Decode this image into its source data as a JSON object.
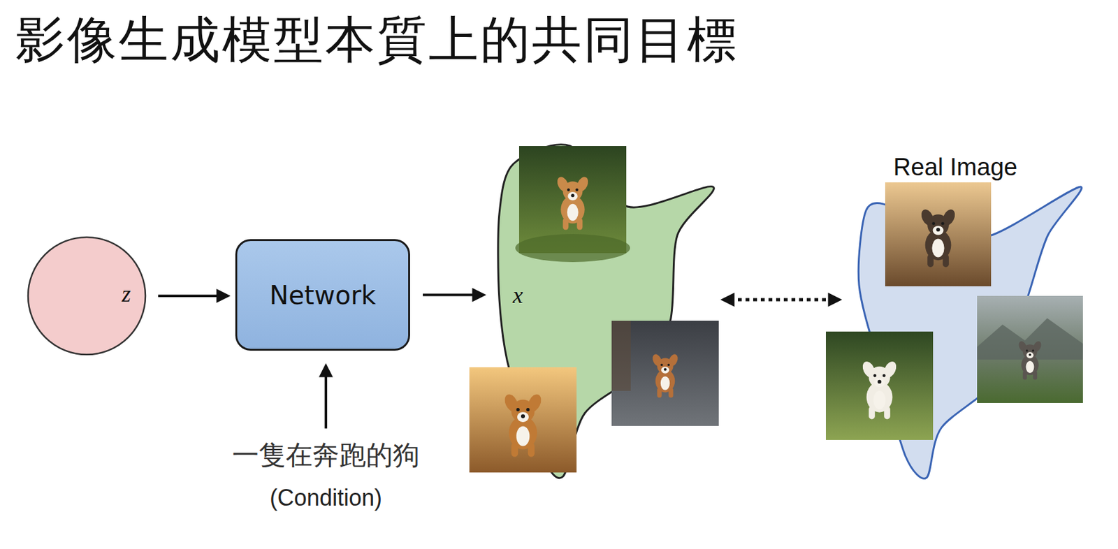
{
  "diagram": {
    "title": "影像生成模型本質上的共同目標",
    "nodes": [
      {
        "text": [
          "z"
        ]
      },
      {
        "text": [
          "Network"
        ]
      },
      {
        "text": [
          "一隻在奔跑的狗",
          "(Condition)"
        ]
      },
      {
        "text": [
          "x"
        ]
      },
      {
        "text": [
          "Real Image"
        ]
      }
    ],
    "edges": [
      {
        "from": 0,
        "to": 1,
        "arrow": "to"
      },
      {
        "from": 2,
        "to": 1,
        "arrow": "to"
      },
      {
        "from": 1,
        "to": 3,
        "arrow": "to"
      },
      {
        "from": 3,
        "to": 4,
        "arrow": "both"
      }
    ]
  }
}
